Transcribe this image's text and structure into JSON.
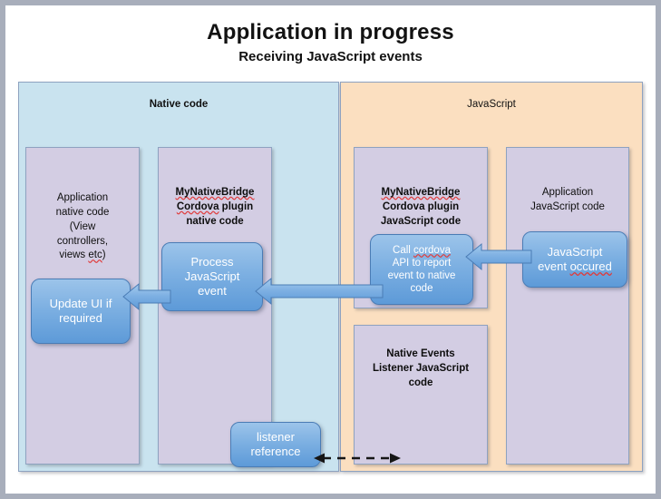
{
  "title": {
    "main": "Application in progress",
    "sub": "Receiving JavaScript events"
  },
  "panels": {
    "native": {
      "label": "Native code",
      "color": "#c9e3ef"
    },
    "javascript": {
      "label": "JavaScript",
      "color": "#fbdfc0"
    }
  },
  "columns": {
    "app_native_code": "Application native code (View controllers, views etc)",
    "bridge_native": "MyNativeBridge Cordova plugin native code",
    "bridge_js": "MyNativeBridge Cordova plugin JavaScript code",
    "native_events_listener": "Native Events Listener JavaScript code",
    "app_js_code": "Application JavaScript code"
  },
  "boxes": {
    "update_ui": "Update UI if required",
    "process_event": "Process JavaScript event",
    "call_cordova": "Call cordova API to report event to native code",
    "js_event_occured": "JavaScript event occured",
    "listener_reference": "listener reference"
  },
  "colors": {
    "frame": "#a8aebb",
    "native_panel": "#c9e3ef",
    "js_panel": "#fbdfc0",
    "column": "#d3cde3",
    "box_fill": "#7db0e2",
    "box_border": "#4a7cb5",
    "arrow_fill": "#6fa6dc",
    "spell_error": "#e03a3a"
  }
}
